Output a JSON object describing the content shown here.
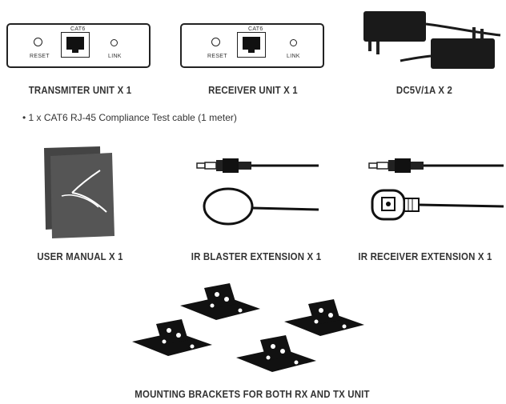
{
  "transmitter": {
    "port_label": "CAT6",
    "left_label": "RESET",
    "right_label": "LINK",
    "caption": "TRANSMITER UNIT X 1"
  },
  "receiver": {
    "port_label": "CAT6",
    "left_label": "RESET",
    "right_label": "LINK",
    "caption": "RECEIVER UNIT X 1"
  },
  "power": {
    "caption": "DC5V/1A X 2"
  },
  "cable_note": "• 1 x CAT6 RJ-45 Compliance Test cable  (1 meter)",
  "manual": {
    "caption": "USER MANUAL X 1"
  },
  "ir_blaster": {
    "caption": "IR BLASTER EXTENSION X 1"
  },
  "ir_receiver": {
    "caption": "IR RECEIVER EXTENSION X 1"
  },
  "brackets": {
    "caption": "MOUNTING BRACKETS FOR BOTH RX AND TX UNIT"
  }
}
